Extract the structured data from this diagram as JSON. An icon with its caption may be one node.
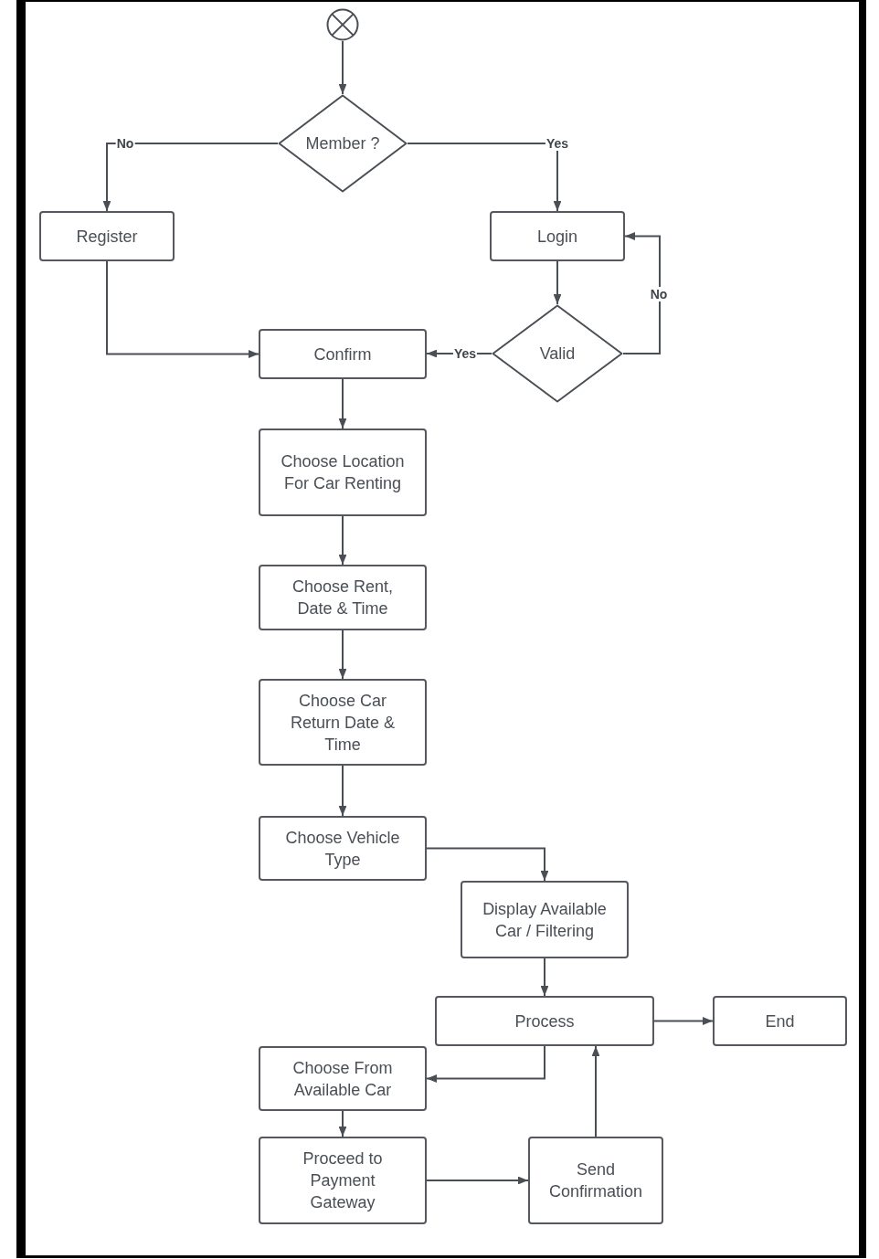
{
  "diagram": {
    "nodes": [
      {
        "text": [],
        "shape": "circle"
      },
      {
        "text": [
          "Member ?"
        ]
      },
      {
        "text": [
          "Register"
        ]
      },
      {
        "text": [
          "Login"
        ]
      },
      {
        "text": [
          "Valid"
        ]
      },
      {
        "text": [
          "Confirm"
        ]
      },
      {
        "text": [
          "Choose Location For Car Renting"
        ]
      },
      {
        "text": [
          "Choose Rent, Date & Time"
        ]
      },
      {
        "text": [
          "Choose Car Return Date & Time"
        ]
      },
      {
        "text": [
          "Choose Vehicle Type"
        ]
      },
      {
        "text": [
          "Display Available Car / Filtering"
        ]
      },
      {
        "text": [
          "Process"
        ]
      },
      {
        "text": [
          "End"
        ]
      },
      {
        "text": [
          "Choose From Available Car"
        ]
      },
      {
        "text": [
          "Proceed to Payment Gateway"
        ]
      },
      {
        "text": [
          "Send Confirmation"
        ]
      }
    ],
    "edges": [
      {
        "from": 0,
        "to": 1,
        "arrow": "to"
      },
      {
        "from": 1,
        "to": 2,
        "arrow": "to",
        "label": "No"
      },
      {
        "from": 1,
        "to": 3,
        "arrow": "to",
        "label": "Yes"
      },
      {
        "from": 3,
        "to": 4,
        "arrow": "to"
      },
      {
        "from": 4,
        "to": 3,
        "arrow": "to",
        "label": "No"
      },
      {
        "from": 4,
        "to": 5,
        "arrow": "to",
        "label": "Yes"
      },
      {
        "from": 2,
        "to": 5,
        "arrow": "to"
      },
      {
        "from": 5,
        "to": 6,
        "arrow": "to"
      },
      {
        "from": 6,
        "to": 7,
        "arrow": "to"
      },
      {
        "from": 7,
        "to": 8,
        "arrow": "to"
      },
      {
        "from": 8,
        "to": 9,
        "arrow": "to"
      },
      {
        "from": 9,
        "to": 10,
        "arrow": "to"
      },
      {
        "from": 10,
        "to": 11,
        "arrow": "to"
      },
      {
        "from": 11,
        "to": 12,
        "arrow": "to"
      },
      {
        "from": 11,
        "to": 13,
        "arrow": "to"
      },
      {
        "from": 13,
        "to": 14,
        "arrow": "to"
      },
      {
        "from": 14,
        "to": 15,
        "arrow": "to"
      },
      {
        "from": 15,
        "to": 11,
        "arrow": "to"
      }
    ]
  }
}
